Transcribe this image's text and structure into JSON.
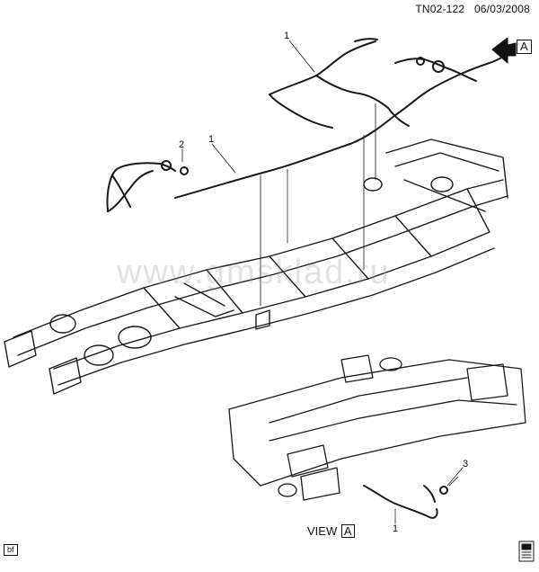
{
  "header": {
    "figure_id": "TN02-122",
    "date": "06/03/2008"
  },
  "callouts": {
    "c1_top": "1",
    "c1_mid": "1",
    "c2": "2",
    "c3": "3",
    "c1_bottom": "1"
  },
  "arrow_view_letter": "A",
  "view": {
    "label": "VIEW",
    "letter": "A"
  },
  "watermark": "www.gmsklad.ru",
  "corner_tag": "bf",
  "icons": {
    "view_arrow": "solid-arrow-icon",
    "corner_badge": "document-badge-icon"
  }
}
